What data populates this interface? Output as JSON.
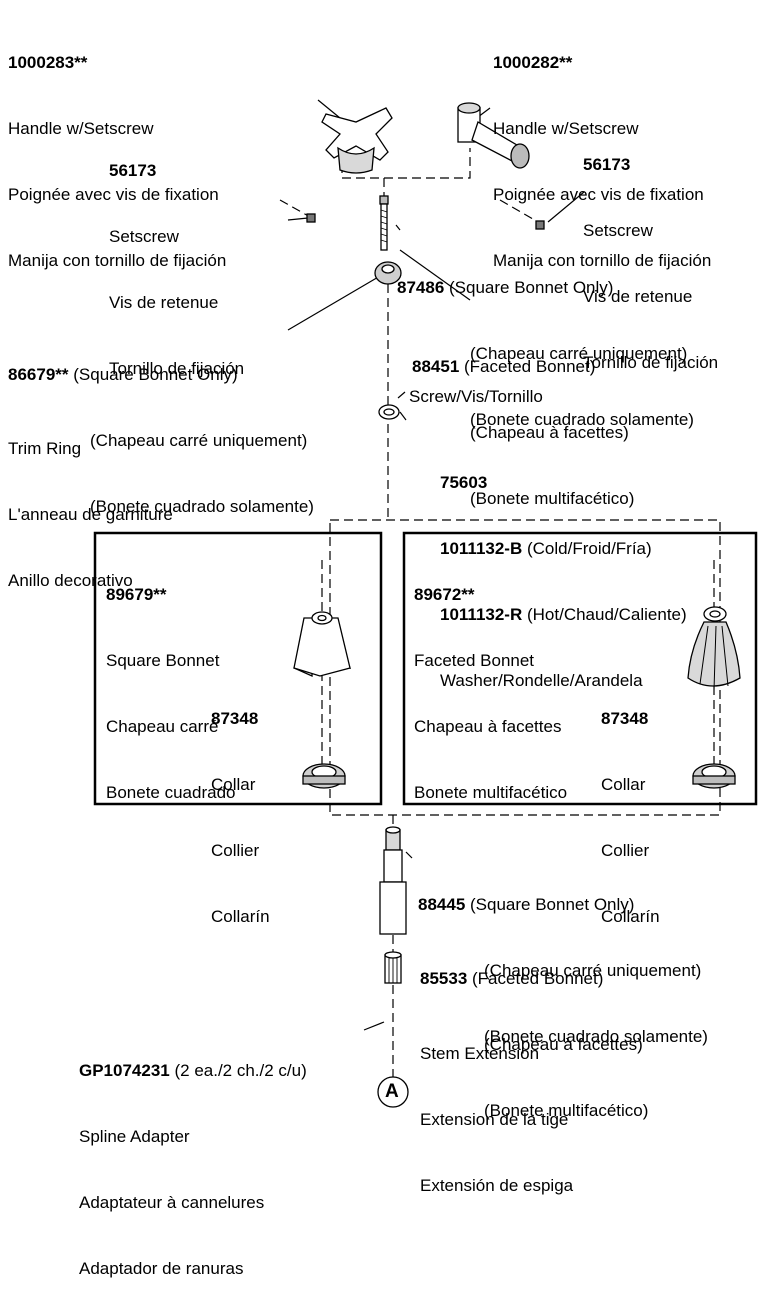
{
  "handle_left": {
    "part": "1000283**",
    "lines": [
      "Handle w/Setscrew",
      "Poignée avec vis de fixation",
      "Manija con tornillo de fijación"
    ]
  },
  "handle_right": {
    "part": "1000282**",
    "lines": [
      "Handle w/Setscrew",
      "Poignée avec vis de fixation",
      "Manija con tornillo de fijación"
    ]
  },
  "setscrew_left": {
    "part": "56173",
    "lines": [
      "Setscrew",
      "Vis de retenue",
      "Tornillo de fijación"
    ]
  },
  "setscrew_right": {
    "part": "56173",
    "lines": [
      "Setscrew",
      "Vis de retenue",
      "Tornillo de fijación"
    ]
  },
  "screw_87486": {
    "part": "87486",
    "lines": [
      "(Square Bonnet Only)",
      "(Chapeau carré uniquement)",
      "(Bonete cuadrado solamente)"
    ]
  },
  "screw_88451": {
    "part": "88451",
    "lines": [
      "(Faceted Bonnet)",
      "(Chapeau à facettes)",
      "(Bonete multifacético)"
    ],
    "caption": "Screw/Vis/Tornillo"
  },
  "trim_ring": {
    "part": "86679**",
    "lines": [
      "(Square Bonnet Only)",
      "(Chapeau carré uniquement)",
      "(Bonete cuadrado solamente)"
    ],
    "caption": [
      "Trim Ring",
      "L'anneau de garniture",
      "Anillo decorativo"
    ]
  },
  "washer": {
    "part1": "75603",
    "part2": "1011132-B",
    "part2_desc": "(Cold/Froid/Fría)",
    "part3": "1011132-R",
    "part3_desc": "(Hot/Chaud/Caliente)",
    "caption": "Washer/Rondelle/Arandela"
  },
  "square_bonnet": {
    "part": "89679**",
    "lines": [
      "Square Bonnet",
      "Chapeau carré",
      "Bonete cuadrado"
    ]
  },
  "faceted_bonnet": {
    "part": "89672**",
    "lines": [
      "Faceted Bonnet",
      "Chapeau à facettes",
      "Bonete multifacético"
    ]
  },
  "collar_left": {
    "part": "87348",
    "lines": [
      "Collar",
      "Collier",
      "Collarín"
    ]
  },
  "collar_right": {
    "part": "87348",
    "lines": [
      "Collar",
      "Collier",
      "Collarín"
    ]
  },
  "stem_88445": {
    "part": "88445",
    "lines": [
      "(Square Bonnet Only)",
      "(Chapeau carré uniquement)",
      "(Bonete cuadrado solamente)"
    ]
  },
  "stem_85533": {
    "part": "85533",
    "lines": [
      "(Faceted Bonnet)",
      "(Chapeau à facettes)",
      "(Bonete multifacético)"
    ],
    "caption": [
      "Stem Extension",
      "Extension de la tige",
      "Extensión de espiga"
    ]
  },
  "spline": {
    "part": "GP1074231",
    "qty": "(2 ea./2 ch./2 c/u)",
    "lines": [
      "Spline Adapter",
      "Adaptateur à cannelures",
      "Adaptador de ranuras"
    ]
  },
  "reference_marker": "A"
}
